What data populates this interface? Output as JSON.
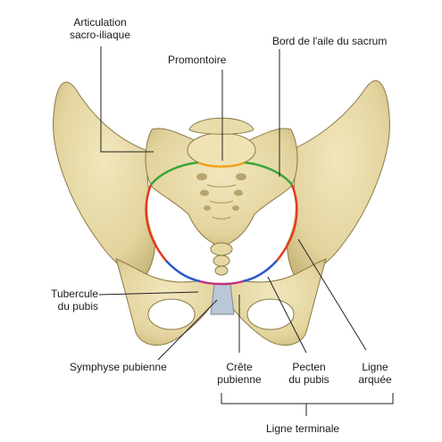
{
  "labels": {
    "articulation_line1": "Articulation",
    "articulation_line2": "sacro-iliaque",
    "promontoire": "Promontoire",
    "bord_aile": "Bord de l'aile du sacrum",
    "tubercule_line1": "Tubercule",
    "tubercule_line2": "du pubis",
    "symphyse": "Symphyse pubienne",
    "crete_line1": "Crête",
    "crete_line2": "pubienne",
    "pecten_line1": "Pecten",
    "pecten_line2": "du pubis",
    "ligne_arquee_line1": "Ligne",
    "ligne_arquee_line2": "arquée",
    "ligne_terminale": "Ligne terminale"
  },
  "colors": {
    "bone": "#e6d9a6",
    "bone_shade": "#c9b87e",
    "bone_dark": "#a8955a",
    "cartilage": "#b9c7d6",
    "promontoire_line": "#f2a11b",
    "sacrum_wing_line": "#3aa53a",
    "arcuate_line": "#e23a1e",
    "pecten_line": "#2a59c9",
    "crest_line": "#c4307a",
    "leader_line": "#222222"
  }
}
